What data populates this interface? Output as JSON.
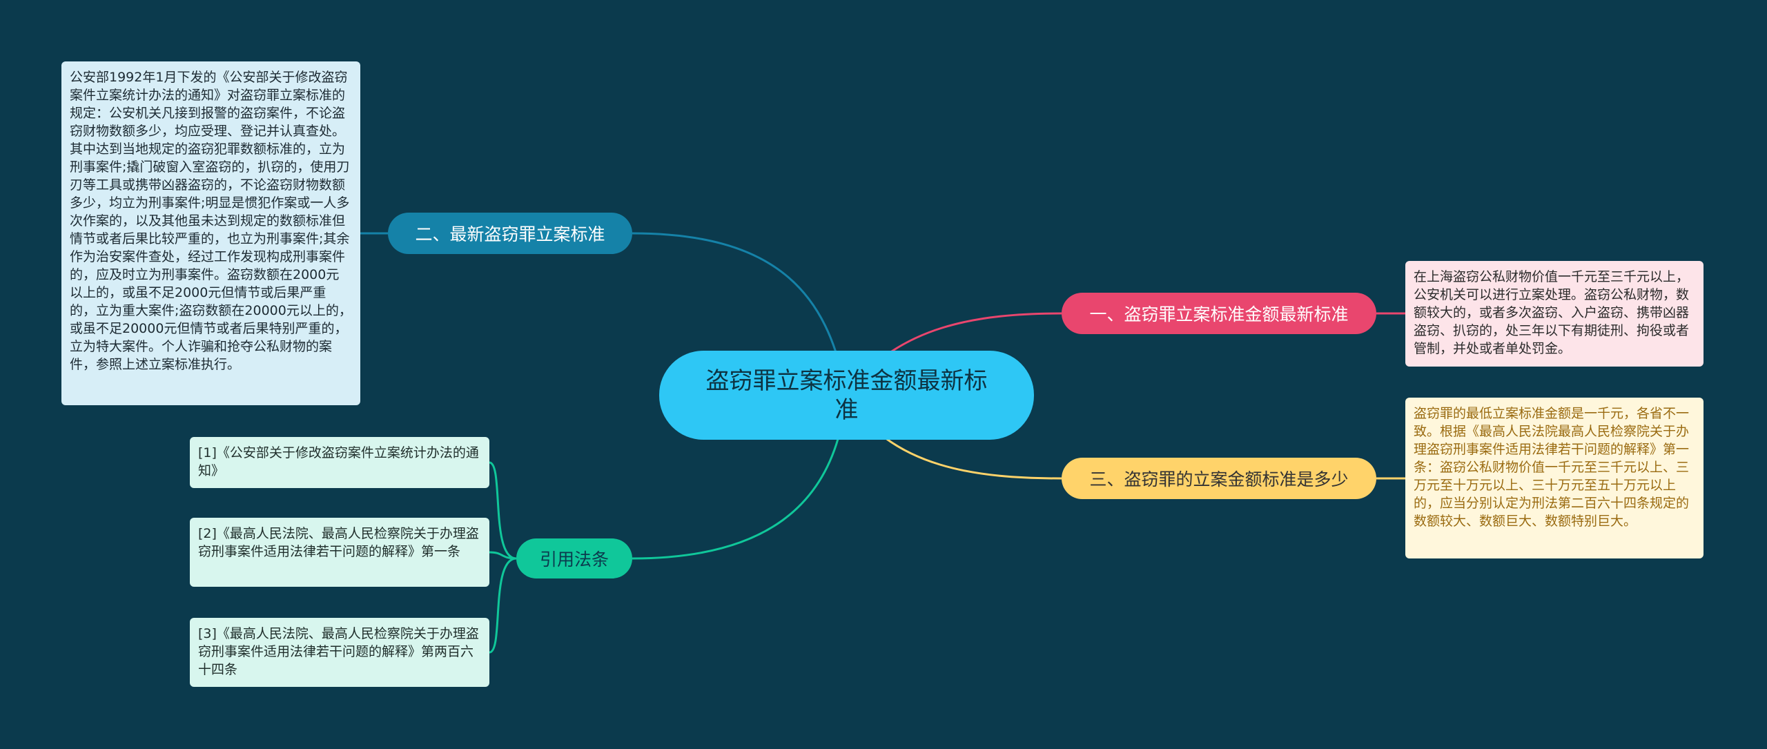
{
  "center": {
    "title": "盗窃罪立案标准金额最新标准"
  },
  "branches": {
    "b1": {
      "label": "一、盗窃罪立案标准金额最新标准",
      "color": "#e9466e"
    },
    "b2": {
      "label": "二、最新盗窃罪立案标准",
      "color": "#1582a8"
    },
    "b3": {
      "label": "三、盗窃罪的立案金额标准是多少",
      "color": "#ffd36a"
    },
    "b4": {
      "label": "引用法条",
      "color": "#10c79a"
    }
  },
  "texts": {
    "long": "公安部1992年1月下发的《公安部关于修改盗窃案件立案统计办法的通知》对盗窃罪立案标准的规定：公安机关凡接到报警的盗窃案件，不论盗窃财物数额多少，均应受理、登记并认真查处。其中达到当地规定的盗窃犯罪数额标准的，立为刑事案件;撬门破窗入室盗窃的，扒窃的，使用刀刃等工具或携带凶器盗窃的，不论盗窃财物数额多少，均立为刑事案件;明显是惯犯作案或一人多次作案的，以及其他虽未达到规定的数额标准但情节或者后果比较严重的，也立为刑事案件;其余作为治安案件查处，经过工作发现构成刑事案件的，应及时立为刑事案件。盗窃数额在2000元以上的，或虽不足2000元但情节或后果严重的，立为重大案件;盗窃数额在20000元以上的，或虽不足20000元但情节或者后果特别严重的，立为特大案件。个人诈骗和抢夺公私财物的案件，参照上述立案标准执行。",
    "pink": "在上海盗窃公私财物价值一千元至三千元以上，公安机关可以进行立案处理。盗窃公私财物，数额较大的，或者多次盗窃、入户盗窃、携带凶器盗窃、扒窃的，处三年以下有期徒刑、拘役或者管制，并处或者单处罚金。",
    "yellow": "盗窃罪的最低立案标准金额是一千元，各省不一致。根据《最高人民法院最高人民检察院关于办理盗窃刑事案件适用法律若干问题的解释》第一条：盗窃公私财物价值一千元至三千元以上、三万元至十万元以上、三十万元至五十万元以上的，应当分别认定为刑法第二百六十四条规定的数额较大、数额巨大、数额特别巨大。",
    "ref1": "[1]《公安部关于修改盗窃案件立案统计办法的通知》",
    "ref2": "[2]《最高人民法院、最高人民检察院关于办理盗窃刑事案件适用法律若干问题的解释》第一条",
    "ref3": "[3]《最高人民法院、最高人民检察院关于办理盗窃刑事案件适用法律若干问题的解释》第两百六十四条"
  },
  "colors": {
    "background": "#0b3a4d",
    "center": "#2ec7f5"
  }
}
